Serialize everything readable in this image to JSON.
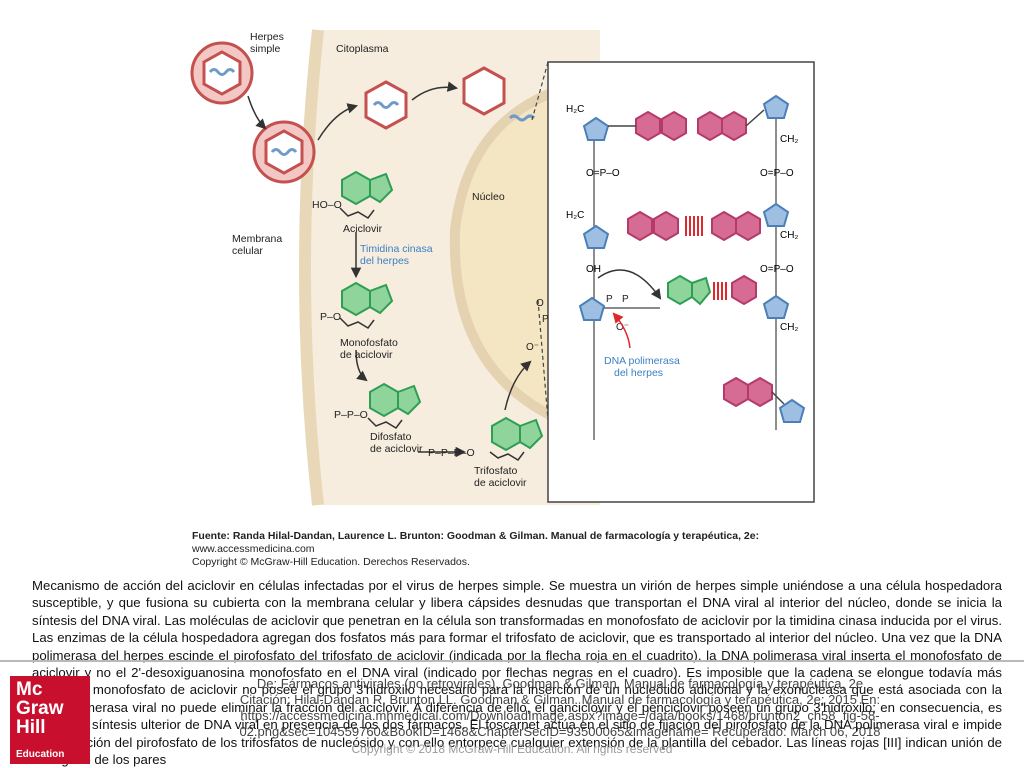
{
  "diagram": {
    "labels": {
      "herpes": [
        "Herpes",
        "simple"
      ],
      "cytoplasm": "Citoplasma",
      "membrane": [
        "Membrana",
        "celular"
      ],
      "nucleus": "Núcleo",
      "acyclovir": "Aciclovir",
      "ho_o": "HO–O",
      "thymidine_kinase": [
        "Timidina cinasa",
        "del herpes"
      ],
      "p_o": "P–O",
      "monophosphate": [
        "Monofosfato",
        "de aciclovir"
      ],
      "ppo": "P–P–O",
      "diphosphate": [
        "Difosfato",
        "de aciclovir"
      ],
      "pppo": "P–P–P–O",
      "triphosphate": [
        "Trifosfato",
        "de aciclovir"
      ],
      "dna_polymerase": [
        "DNA polimerasa",
        "del herpes"
      ],
      "h2c": "H₂C",
      "ch2": "CH₂",
      "oh": "OH",
      "o": "O",
      "o_minus": "O⁻",
      "p": "P",
      "o_eq": "O=P–O"
    },
    "colors": {
      "virus_red": "#c4504f",
      "virus_fill": "#f3c8c4",
      "dna_blue": "#6e9bc8",
      "cytoplasm": "#f6edde",
      "nucleus": "#f4e6c2",
      "green": "#2f9e55",
      "green_fill": "#8fd49a",
      "pink": "#b43a6a",
      "pink_fill": "#d66b93",
      "blue_sugar": "#4b7fb8",
      "blue_sugar_fill": "#9ebfe2",
      "hbond_red": "#e0282c",
      "arrow": "#333333",
      "polymerase_label": "#3b7fc4"
    }
  },
  "source": {
    "line1": "Fuente: Randa Hilal-Dandan, Laurence L. Brunton: Goodman & Gilman. Manual de farmacología y terapéutica, 2e:",
    "line2": "www.accessmedicina.com",
    "line3": "Copyright © McGraw-Hill Education. Derechos Reservados."
  },
  "caption": " Mecanismo de acción del aciclovir en células infectadas por el virus de herpes simple. Se muestra un virión de herpes simple uniéndose a una célula hospedadora susceptible, y que fusiona su cubierta con la membrana celular y libera cápsides desnudas que transportan el DNA viral al interior del núcleo, donde se inicia la síntesis del DNA viral. Las moléculas de aciclovir que penetran en la célula son transformadas en monofosfato de aciclovir por la timidina cinasa inducida por el virus. Las enzimas de la célula hospedadora agregan dos fosfatos más para formar el trifosfato de aciclovir, que es transportado al interior del núcleo. Una vez que la DNA polimerasa del herpes escinde el pirofosfato del trifosfato de aciclovir (indicada por la flecha roja en el cuadrito), la DNA polimerasa viral inserta el monofosfato de aciclovir y no el 2'-desoxiguanosina monofosfato en el DNA viral (indicado por flechas negras en el cuadro). Es imposible que la cadena se elongue todavía más porque el monofosfato de aciclovir no posee el grupo 3'hidroxilo necesario para la inserción de un nucleótido adicional y la exonucleasa que está asociada con la DNA polimerasa viral no puede eliminar la fracción del aciclovir. A diferencia de ello, el ganciclovir y el penciclovir poseen un grupo 3'hidroxilo; en consecuencia, es posible la síntesis ulterior de DNA viral en presencia de los dos fármacos. El foscarnet actúa en el sitio de fijación del pirofosfato de la DNA polimerasa viral e impide la separación del pirofosfato de los trifosfatos de nucleósido y con ello entorpece cualquier extensión de la plantilla del cebador. Las líneas rojas [III] indican unión de hidrógeno de los pares",
  "footer": {
    "logo": [
      "Mc",
      "Graw",
      "Hill",
      "Education"
    ],
    "citation": [
      "De: Fármacos antivirales (no retrovirales), Goodman & Gilman. Manual de farmacología y terapéutica, 2e",
      "Citación: Hilal-Dandan R, Brunton LL. Goodman & Gilman. Manual de farmacología y terapéutica, 2e; 2015 En:",
      "https://accessmedicina.mhmedical.com/DownloadImage.aspx?image=/data/books/1468/brunton2_ch58_fig-58-",
      "02.png&sec=104559760&BookID=1468&ChapterSecID=93500065&imagename= Recuperado: March 06, 2018"
    ],
    "copyright": "Copyright © 2018 McGraw-Hill Education. All rights reserved"
  }
}
